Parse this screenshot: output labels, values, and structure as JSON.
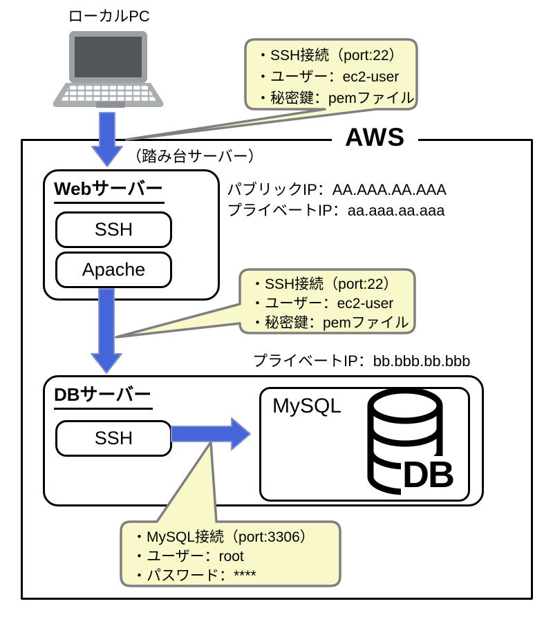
{
  "local_pc": {
    "label": "ローカルPC"
  },
  "aws": {
    "label": "AWS"
  },
  "bastion_note": "（踏み台サーバー）",
  "web_server": {
    "title": "Webサーバー",
    "ssh": "SSH",
    "apache": "Apache",
    "public_ip": "パブリックIP：AA.AAA.AA.AAA",
    "private_ip": "プライベートIP：aa.aaa.aa.aaa"
  },
  "db_server": {
    "title": "DBサーバー",
    "ssh": "SSH",
    "private_ip": "プライベートIP：bb.bbb.bb.bbb",
    "mysql": {
      "label": "MySQL",
      "db_icon_label": "DB"
    }
  },
  "callout_web_ssh": {
    "lines": [
      "・SSH接続（port:22）",
      "・ユーザー：ec2-user",
      "・秘密鍵：pemファイル"
    ]
  },
  "callout_db_ssh": {
    "lines": [
      "・SSH接続（port:22）",
      "・ユーザー：ec2-user",
      "・秘密鍵：pemファイル"
    ]
  },
  "callout_mysql": {
    "lines": [
      "・MySQL接続（port:3306）",
      "・ユーザー：root",
      "・パスワード：****"
    ]
  },
  "colors": {
    "callout_fill": "#F9F8CB",
    "callout_border": "#7F7F7F",
    "arrow_blue": "#4466D9",
    "box_border": "#000000"
  }
}
